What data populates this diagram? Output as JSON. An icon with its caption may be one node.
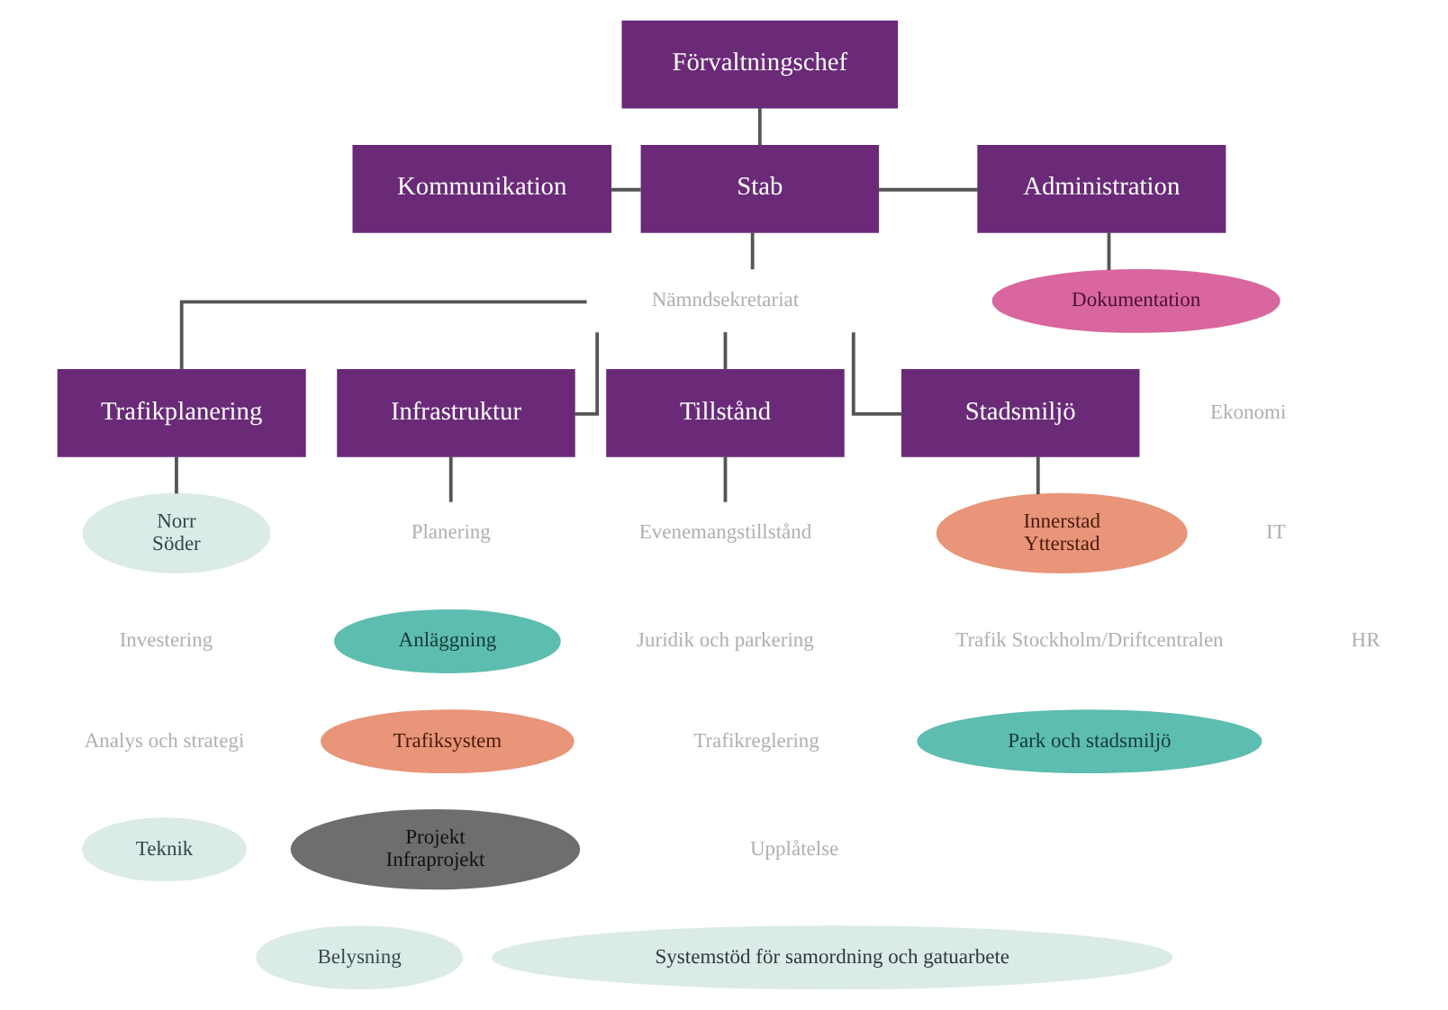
{
  "diagram": {
    "nodes": [
      {
        "text": [
          "Förvaltningschef"
        ]
      },
      {
        "text": [
          "Kommunikation"
        ]
      },
      {
        "text": [
          "Stab"
        ]
      },
      {
        "text": [
          "Administration"
        ]
      },
      {
        "text": [
          "Nämndsekretariat"
        ]
      },
      {
        "text": [
          "Dokumentation"
        ]
      },
      {
        "text": [
          "Trafikplanering"
        ]
      },
      {
        "text": [
          "Infrastruktur"
        ]
      },
      {
        "text": [
          "Tillstånd"
        ]
      },
      {
        "text": [
          "Stadsmiljö"
        ]
      },
      {
        "text": [
          "Norr",
          "Söder"
        ]
      },
      {
        "text": [
          "Planering"
        ]
      },
      {
        "text": [
          "Anläggning"
        ]
      },
      {
        "text": [
          "Trafiksystem"
        ]
      },
      {
        "text": [
          "Projekt",
          "Infraprojekt"
        ]
      },
      {
        "text": [
          "Belysning"
        ]
      },
      {
        "text": [
          "Teknik"
        ]
      },
      {
        "text": [
          "Evenemangstillstånd"
        ]
      },
      {
        "text": [
          "Systemstöd för samordning och gatuarbete"
        ]
      },
      {
        "text": [
          "Innerstad",
          "Ytterstad"
        ]
      },
      {
        "text": [
          "Park och stadsmiljö"
        ]
      }
    ],
    "edges": [
      {
        "from": 0,
        "to": 2,
        "arrow": "none"
      },
      {
        "from": 1,
        "to": 2,
        "arrow": "none"
      },
      {
        "from": 2,
        "to": 3,
        "arrow": "none"
      },
      {
        "from": 3,
        "to": 5,
        "arrow": "none"
      },
      {
        "from": 2,
        "to": 4,
        "arrow": "none"
      },
      {
        "from": 4,
        "to": 6,
        "arrow": "none"
      },
      {
        "from": 4,
        "to": 7,
        "arrow": "none"
      },
      {
        "from": 4,
        "to": 8,
        "arrow": "none"
      },
      {
        "from": 4,
        "to": 9,
        "arrow": "none"
      },
      {
        "from": 6,
        "to": 10,
        "arrow": "none"
      },
      {
        "from": 7,
        "to": 11,
        "arrow": "none"
      },
      {
        "from": 8,
        "to": 17,
        "arrow": "none"
      },
      {
        "from": 9,
        "to": 19,
        "arrow": "none"
      }
    ],
    "labels": [
      "Ekonomi",
      "IT",
      "HR",
      "Investering",
      "Analys och strategi",
      "Juridik och parkering",
      "Trafikreglering",
      "Upplåtelse",
      "Trafik Stockholm/Driftcentralen"
    ]
  }
}
